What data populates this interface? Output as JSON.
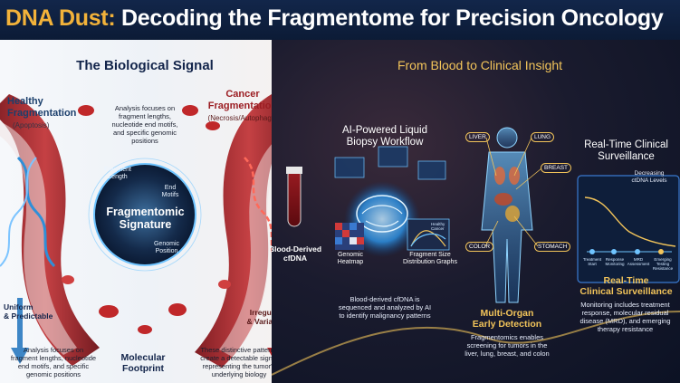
{
  "title": {
    "prefix": "DNA Dust:",
    "rest": " Decoding the Fragmentome for Precision Oncology"
  },
  "left": {
    "heading": "The Biological Signal",
    "healthy": {
      "title_line1": "Healthy",
      "title_line2": "Fragmentation",
      "sub": "(Apoptosis)"
    },
    "cancer": {
      "title_line1": "Cancer",
      "title_line2": "Fragmentation",
      "sub": "(Necrosis/Autophagy)"
    },
    "analysis_top": [
      "Analysis focuses on",
      "fragment lengths,",
      "nucleotide end motifs,",
      "and specific genomic",
      "positions"
    ],
    "circle": {
      "fragment_length": [
        "Fragment",
        "Length"
      ],
      "end_motifs": [
        "End",
        "Motifs"
      ],
      "signature": [
        "Fragmentomic",
        "Signature"
      ],
      "genomic_position": [
        "Genomic",
        "Position"
      ]
    },
    "uniform": [
      "Uniform",
      "& Predictable"
    ],
    "irregular": [
      "Irregular",
      "& Variable"
    ],
    "analysis_bottom": [
      "Analysis focuses on",
      "fragment lengths, nucleotide",
      "end motifs, and specific",
      "genomic positions"
    ],
    "molecular": [
      "Molecular",
      "Footprint"
    ],
    "distinctive": [
      "These distinctive patterns",
      "create a detectable signal",
      "representing the tumor's",
      "underlying biology"
    ]
  },
  "right": {
    "heading": "From Blood to Clinical Insight",
    "ai_title": [
      "AI-Powered Liquid",
      "Biopsy Workflow"
    ],
    "blood_label": [
      "Blood-Derived",
      "cfDNA"
    ],
    "heatmap_label": [
      "Genomic",
      "Heatmap"
    ],
    "fragment_graphs": [
      "Fragment Size",
      "Distribution Graphs"
    ],
    "legend": [
      "Healthy",
      "Cancer"
    ],
    "workflow_desc": [
      "Blood-derived cfDNA is",
      "sequenced and analyzed by AI",
      "to identify malignancy patterns"
    ],
    "organs": {
      "liver": "LIVER",
      "lung": "LUNG",
      "breast": "BREAST",
      "color": "COLOR",
      "stomach": "STOMACH"
    },
    "multi_organ": [
      "Multi-Organ",
      "Early Detection"
    ],
    "multi_desc": [
      "Fragmentomics enables",
      "screening for tumors in the",
      "liver, lung, breast, and colon"
    ],
    "rt_title": [
      "Real-Time Clinical",
      "Surveillance"
    ],
    "decreasing": [
      "Decreasing",
      "ctDNA Levels"
    ],
    "timeline": [
      [
        "Treatment",
        "Start"
      ],
      [
        "Response",
        "Monitoring"
      ],
      [
        "MRD",
        "Assessment"
      ],
      [
        "Emerging",
        "Testing",
        "Resistance"
      ]
    ],
    "rt_title2": [
      "Real-Time",
      "Clinical Surveillance"
    ],
    "rt_desc": [
      "Monitoring includes treatment",
      "response, molecular residual",
      "disease (MRD), and emerging",
      "therapy resistance"
    ]
  },
  "colors": {
    "gold": "#f2b23a",
    "cell_red": "#c0282a",
    "dna_blue": "#2f8fd8",
    "glow_cyan": "#59c6ff"
  }
}
